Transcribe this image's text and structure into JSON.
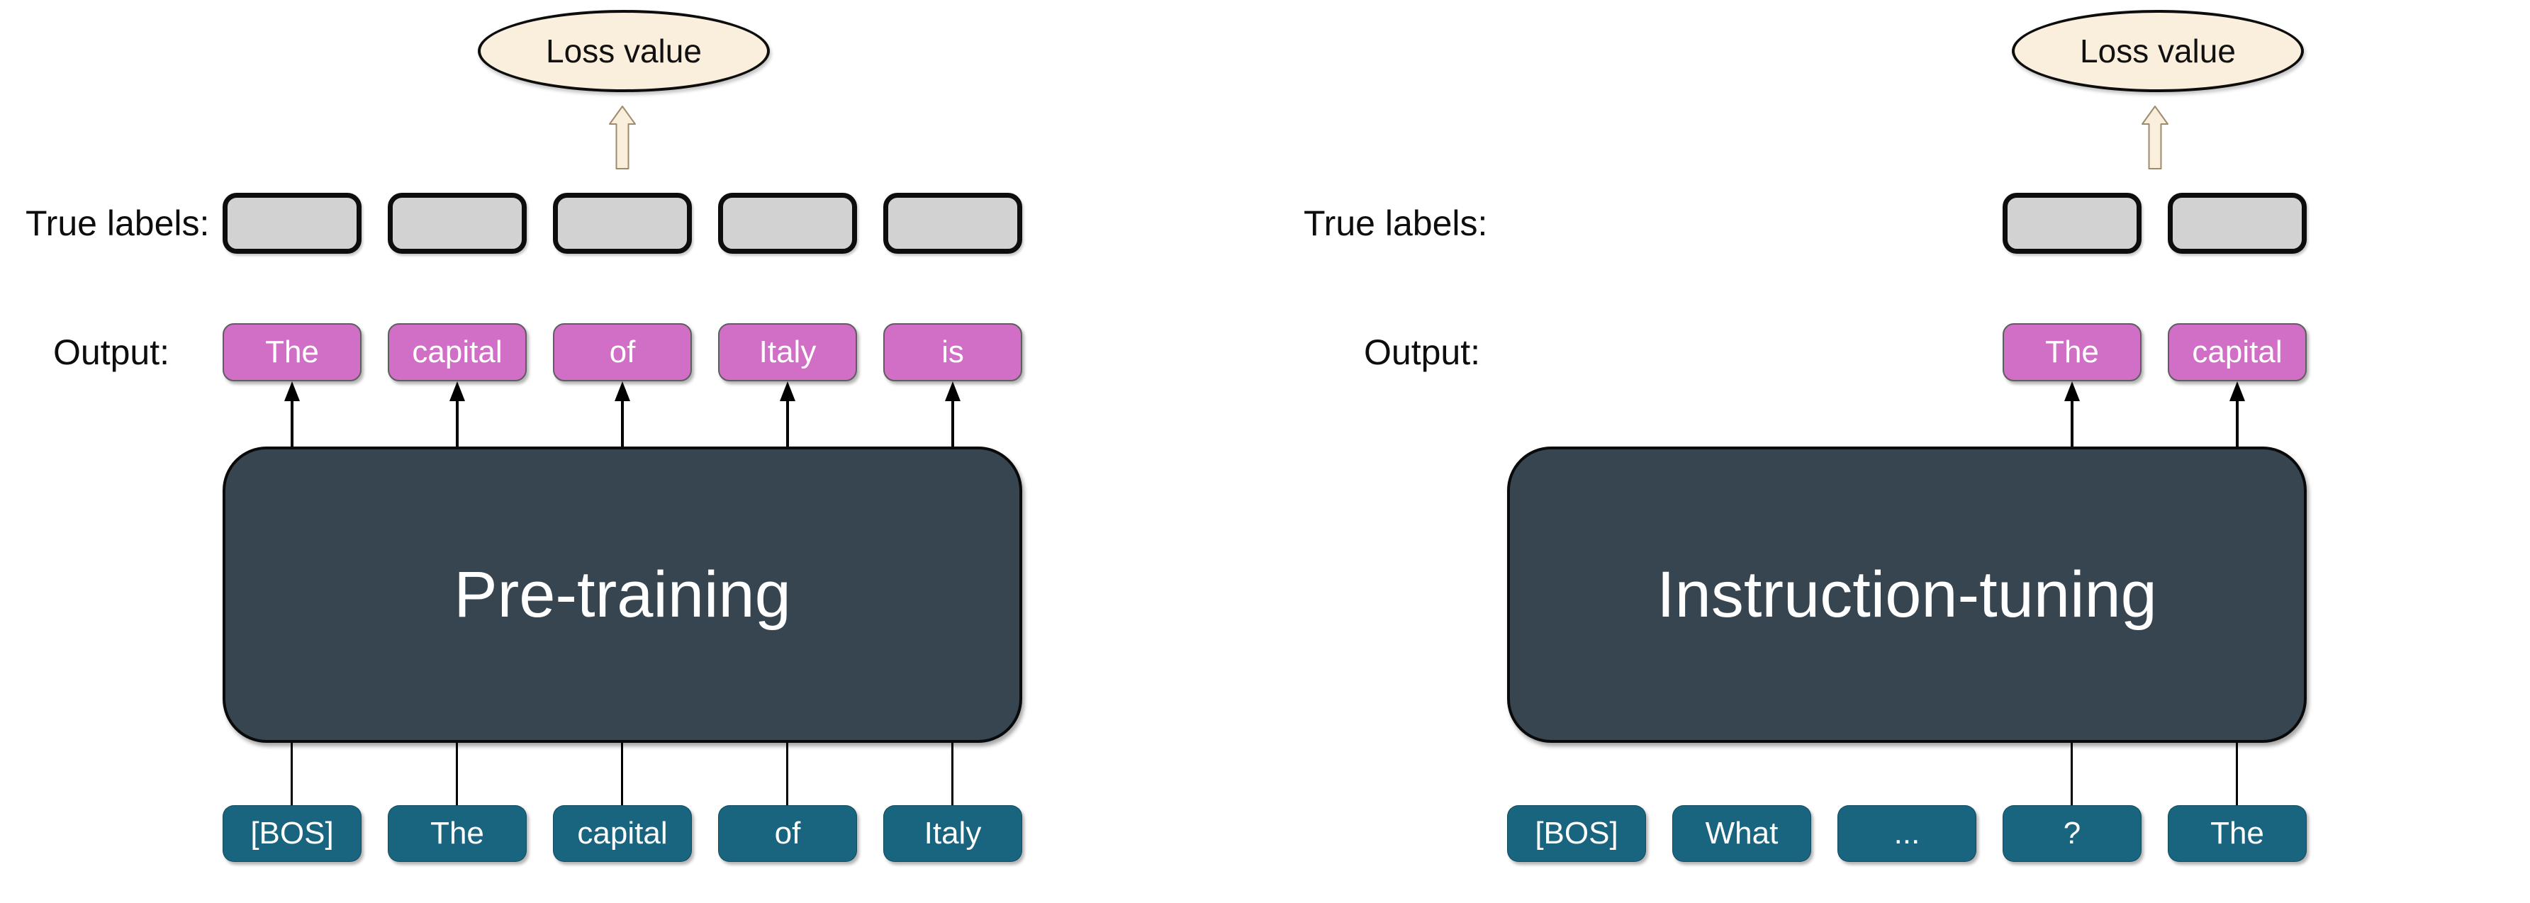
{
  "colors": {
    "background": "#ffffff",
    "loss_ellipse_fill": "#FAEEDC",
    "loss_arrow_fill": "#FAEEDC",
    "loss_arrow_stroke": "#9d8b6d",
    "outline_black": "#0d0d0d",
    "true_label_slot_fill": "#D2D2D2",
    "output_token_fill": "#D16EC6",
    "input_token_fill": "#19647E",
    "model_box_fill": "#374550",
    "text_light": "#ffffff",
    "text_dark": "#111111"
  },
  "panels": [
    {
      "loss_label": "Loss value",
      "true_labels_label": "True labels:",
      "output_label": "Output:",
      "box_title": "Pre-training",
      "output_tokens": [
        "The",
        "capital",
        "of",
        "Italy",
        "is"
      ],
      "input_tokens": [
        "[BOS]",
        "The",
        "capital",
        "of",
        "Italy"
      ],
      "true_label_slot_count": 5
    },
    {
      "loss_label": "Loss value",
      "true_labels_label": "True labels:",
      "output_label": "Output:",
      "box_title": "Instruction-tuning",
      "output_tokens": [
        "The",
        "capital"
      ],
      "input_tokens": [
        "[BOS]",
        "What",
        "...",
        "?",
        "The"
      ],
      "true_label_slot_count": 2
    }
  ]
}
